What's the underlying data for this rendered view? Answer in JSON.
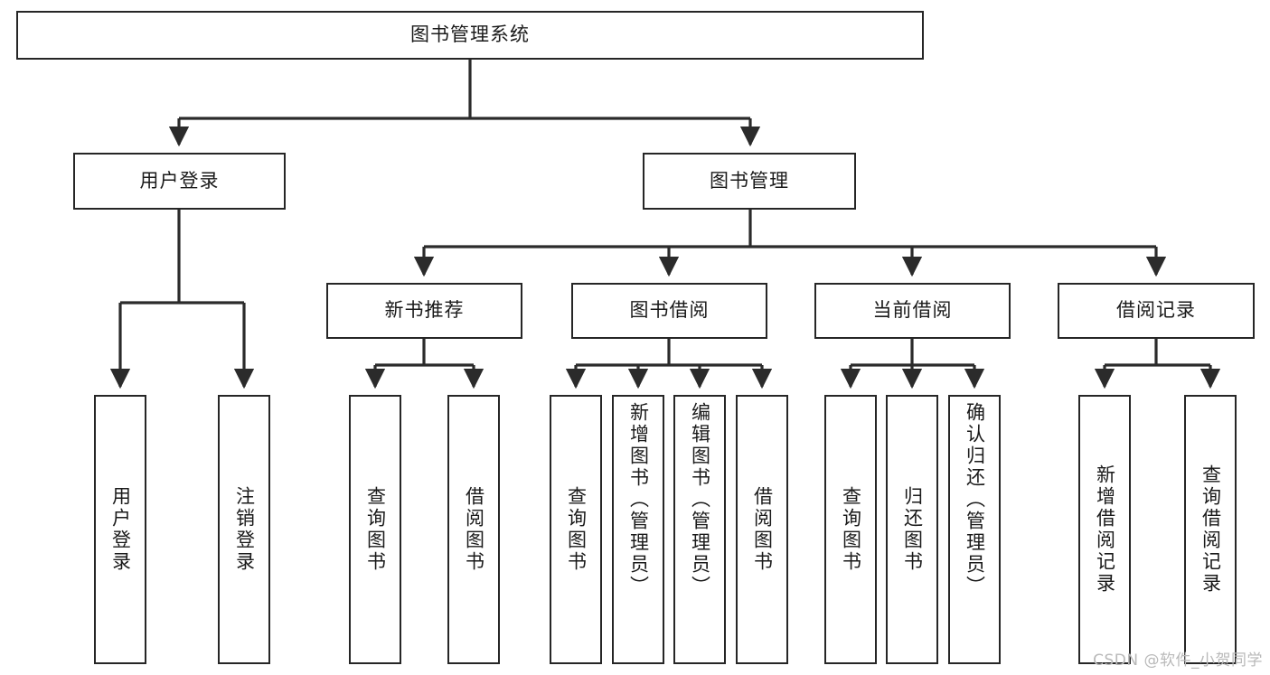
{
  "diagram": {
    "type": "tree-hierarchy",
    "title": "图书管理系统",
    "watermark": "CSDN @软件_小贺同学",
    "colors": {
      "stroke": "#262626",
      "fill": "#ffffff",
      "text": "#1a1a1a",
      "watermark": "#b9b9b9"
    },
    "levels": {
      "root": {
        "label": "图书管理系统"
      },
      "level2": [
        {
          "id": "user-login",
          "label": "用户登录"
        },
        {
          "id": "book-management",
          "label": "图书管理"
        }
      ],
      "level3": [
        {
          "id": "new-book-recommend",
          "label": "新书推荐",
          "parent": "book-management"
        },
        {
          "id": "book-borrow",
          "label": "图书借阅",
          "parent": "book-management"
        },
        {
          "id": "current-borrow",
          "label": "当前借阅",
          "parent": "book-management"
        },
        {
          "id": "borrow-records",
          "label": "借阅记录",
          "parent": "book-management"
        }
      ],
      "leaves": [
        {
          "id": "leaf-user-login",
          "label": "用户登录",
          "parent": "user-login"
        },
        {
          "id": "leaf-logout-login",
          "label": "注销登录",
          "parent": "user-login"
        },
        {
          "id": "leaf-query-book-1",
          "label": "查询图书",
          "parent": "new-book-recommend"
        },
        {
          "id": "leaf-borrow-book-1",
          "label": "借阅图书",
          "parent": "new-book-recommend"
        },
        {
          "id": "leaf-query-book-2",
          "label": "查询图书",
          "parent": "book-borrow"
        },
        {
          "id": "leaf-add-book-admin",
          "label": "新增图书（管理员）",
          "parent": "book-borrow"
        },
        {
          "id": "leaf-edit-book-admin",
          "label": "编辑图书（管理员）",
          "parent": "book-borrow"
        },
        {
          "id": "leaf-borrow-book-2",
          "label": "借阅图书",
          "parent": "book-borrow"
        },
        {
          "id": "leaf-query-book-3",
          "label": "查询图书",
          "parent": "current-borrow"
        },
        {
          "id": "leaf-return-book",
          "label": "归还图书",
          "parent": "current-borrow"
        },
        {
          "id": "leaf-confirm-return-admin",
          "label": "确认归还（管理员）",
          "parent": "current-borrow"
        },
        {
          "id": "leaf-add-borrow-record",
          "label": "新增借阅记录",
          "parent": "borrow-records"
        },
        {
          "id": "leaf-query-borrow-record",
          "label": "查询借阅记录",
          "parent": "borrow-records"
        }
      ]
    }
  }
}
